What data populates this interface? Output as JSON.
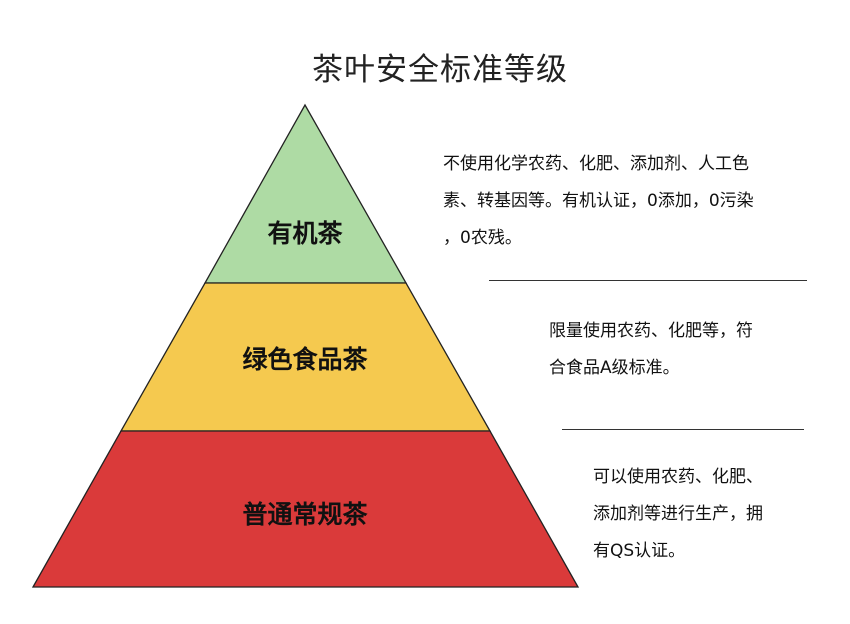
{
  "title": "茶叶安全标准等级",
  "tiers": [
    {
      "label": "有机茶",
      "color": "#aedba4",
      "desc_lines": [
        "不使用化学农药、化肥、添加剂、人工色",
        "素、转基因等。有机认证，0添加，0污染",
        "，0农残。"
      ]
    },
    {
      "label": "绿色食品茶",
      "color": "#f5c94f",
      "desc_lines": [
        "限量使用农药、化肥等，符",
        "合食品A级标准。"
      ]
    },
    {
      "label": "普通常规茶",
      "color": "#da3a3a",
      "desc_lines": [
        "可以使用农药、化肥、",
        "添加剂等进行生产，拥",
        "有QS认证。"
      ]
    }
  ]
}
